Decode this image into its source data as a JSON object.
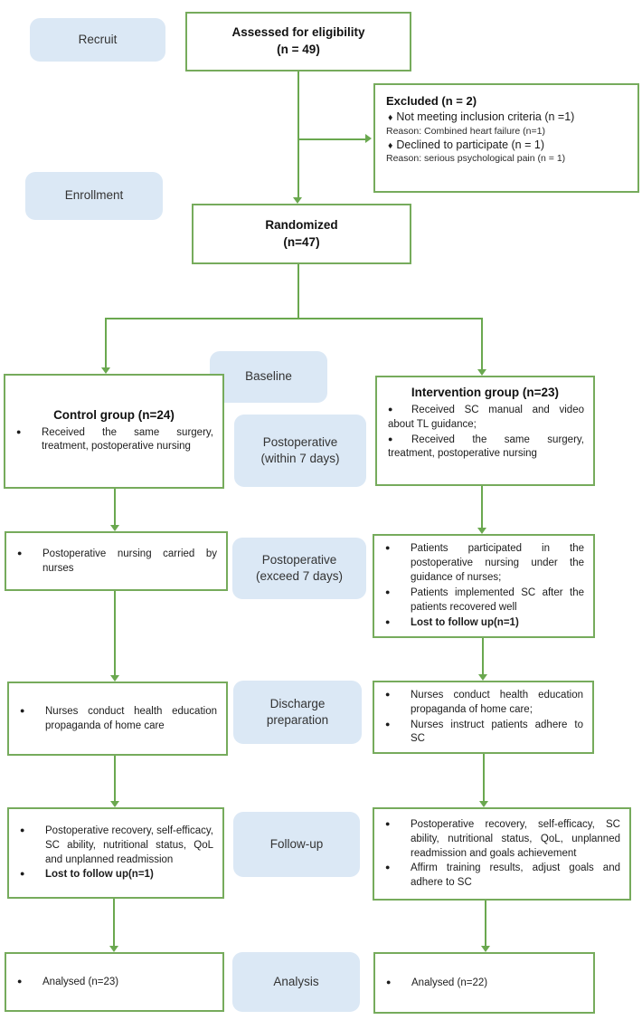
{
  "colors": {
    "line_green": "#6aa84f",
    "box_border_green": "#76ab5c",
    "stage_label_blue": "#dbe8f5",
    "text_dark": "#222222"
  },
  "stages": {
    "recruit": "Recruit",
    "enrollment": "Enrollment",
    "baseline": "Baseline",
    "postoperative_within": "Postoperative\n(within 7 days)",
    "postoperative_exceed": "Postoperative\n(exceed 7 days)",
    "discharge": "Discharge\npreparation",
    "followup": "Follow-up",
    "analysis": "Analysis"
  },
  "boxes": {
    "assessed": {
      "title": "Assessed for eligibility",
      "n": "(n = 49)"
    },
    "excluded": {
      "title": "Excluded (n = 2)",
      "item1": "Not meeting inclusion criteria (n =1)",
      "reason1": "Reason: Combined heart failure (n=1)",
      "item2": "Declined to participate (n = 1)",
      "reason2": "Reason: serious psychological pain (n = 1)"
    },
    "randomized": {
      "title": "Randomized",
      "n": "(n=47)"
    },
    "control": {
      "title": "Control group (n=24)",
      "items": [
        "Received the same surgery, treatment, postoperative nursing"
      ]
    },
    "intervention": {
      "title": "Intervention group (n=23)",
      "items": [
        "Received SC manual and video about TL guidance;",
        "Received the same surgery, treatment, postoperative nursing"
      ]
    },
    "control_postop": {
      "items": [
        "Postoperative nursing carried by nurses"
      ]
    },
    "intervention_postop": {
      "items": [
        "Patients participated in the postoperative nursing under the guidance of nurses;",
        "Patients implemented SC after the patients recovered well",
        "Lost to follow up(n=1)"
      ]
    },
    "control_discharge": {
      "items": [
        "Nurses conduct health education propaganda of home care"
      ]
    },
    "intervention_discharge": {
      "items": [
        "Nurses conduct health education propaganda of home care;",
        "Nurses instruct patients adhere to SC"
      ]
    },
    "control_followup": {
      "items": [
        "Postoperative recovery, self-efficacy, SC ability, nutritional status, QoL and unplanned readmission",
        "Lost to follow up(n=1)"
      ]
    },
    "intervention_followup": {
      "items": [
        "Postoperative recovery, self-efficacy, SC ability, nutritional status, QoL, unplanned readmission and goals achievement",
        "Affirm training results, adjust goals and adhere to SC"
      ]
    },
    "control_analysis": {
      "items": [
        "Analysed (n=23)"
      ]
    },
    "intervention_analysis": {
      "items": [
        "Analysed (n=22)"
      ]
    }
  }
}
